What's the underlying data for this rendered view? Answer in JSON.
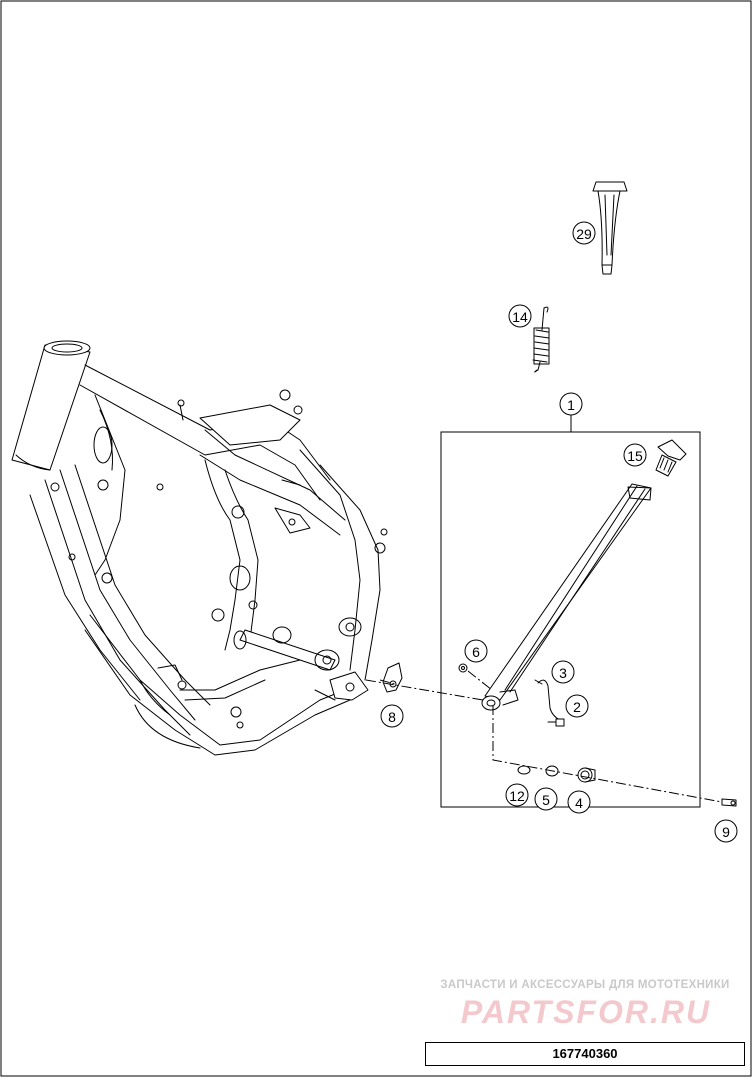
{
  "callouts": {
    "c1": "1",
    "c2": "2",
    "c3": "3",
    "c4": "4",
    "c5": "5",
    "c6": "6",
    "c8": "8",
    "c9": "9",
    "c12": "12",
    "c14": "14",
    "c15": "15",
    "c29": "29"
  },
  "watermark": {
    "caption": "ЗАПЧАСТИ И АКСЕССУАРЫ ДЛЯ МОТОТЕХНИКИ",
    "logo": "PARTSFOR.RU"
  },
  "document_number": "167740360",
  "colors": {
    "line": "#000000",
    "watermark_caption": "#c9c9c9",
    "watermark_logo": "#f4c9cd"
  }
}
